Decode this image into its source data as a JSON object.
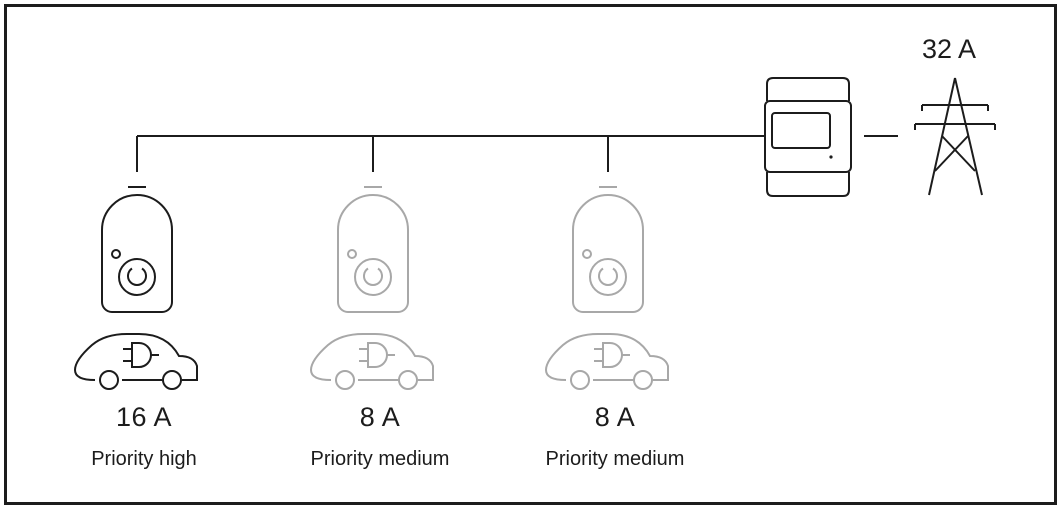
{
  "grid": {
    "current": "32 A"
  },
  "chargers": [
    {
      "current": "16 A",
      "priority": "Priority high",
      "active": true
    },
    {
      "current": "8 A",
      "priority": "Priority medium",
      "active": false
    },
    {
      "current": "8 A",
      "priority": "Priority medium",
      "active": false
    }
  ],
  "colors": {
    "active": "#1c1c1c",
    "inactive": "#a8a8a8",
    "frame": "#1c1c1c"
  },
  "icons": [
    "wallbox-icon",
    "electric-car-icon",
    "energy-meter-icon",
    "power-pylon-icon"
  ]
}
